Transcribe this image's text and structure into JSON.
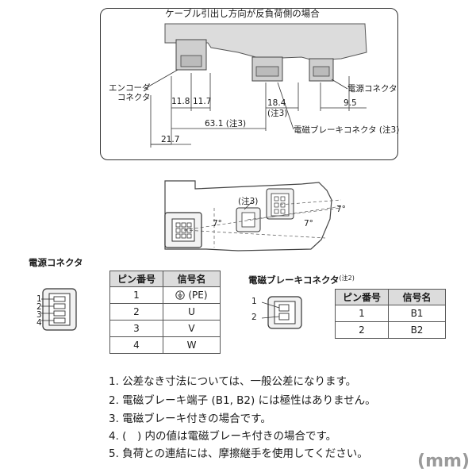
{
  "top_view": {
    "title": "ケーブル引出し方向が反負荷側の場合",
    "encoder_label_line1": "エンコーダ",
    "encoder_label_line2": "コネクタ",
    "power_connector_label": "電源コネクタ",
    "brake_connector_label": "電磁ブレーキコネクタ (注3)",
    "dim_11_8": "11.8",
    "dim_11_7": "11.7",
    "dim_18_4": "18.4",
    "dim_18_4_note": "(注3)",
    "dim_9_5": "9.5",
    "dim_63_1": "63.1 (注3)",
    "dim_21_7": "21.7"
  },
  "side_view": {
    "note_label": "(注3)",
    "angle_7_a": "7°",
    "angle_7_b": "7°",
    "angle_7_c": "7°"
  },
  "power_connector": {
    "title": "電源コネクタ",
    "pin_numbers": [
      "1",
      "2",
      "3",
      "4"
    ],
    "table": {
      "headers": [
        "ピン番号",
        "信号名"
      ],
      "rows": [
        [
          "1",
          "(PE)"
        ],
        [
          "2",
          "U"
        ],
        [
          "3",
          "V"
        ],
        [
          "4",
          "W"
        ]
      ]
    }
  },
  "brake_connector": {
    "title": "電磁ブレーキコネクタ",
    "title_note": "(注2)",
    "pin_numbers": [
      "1",
      "2"
    ],
    "table": {
      "headers": [
        "ピン番号",
        "信号名"
      ],
      "rows": [
        [
          "1",
          "B1"
        ],
        [
          "2",
          "B2"
        ]
      ]
    }
  },
  "notes": [
    "1. 公差なき寸法については、一般公差になります。",
    "2. 電磁ブレーキ端子 (B1, B2) には極性はありません。",
    "3. 電磁ブレーキ付きの場合です。",
    "4. (　) 内の値は電磁ブレーキ付きの場合です。",
    "5. 負荷との連結には、摩擦継手を使用してください。"
  ],
  "unit_label": "(mm)"
}
